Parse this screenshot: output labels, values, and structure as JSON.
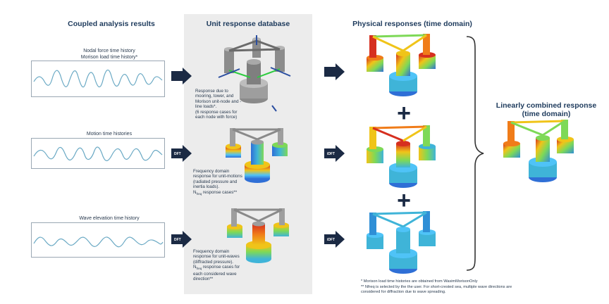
{
  "columns": {
    "coupled": "Coupled analysis results",
    "database": "Unit response database",
    "physical": "Physical responses (time domain)"
  },
  "inputs": {
    "force_line1": "Nodal force time history",
    "force_line2": "Morison load time history*",
    "motion": "Motion time histories",
    "wave": "Wave elevation time history"
  },
  "arrows": {
    "dft": "DFT",
    "idft": "iDFT"
  },
  "database_desc": {
    "d1": [
      "Response due to",
      "mooring, tower, and",
      "Morison unit-node and -",
      "line loads*.",
      "(6 response cases for",
      "each node with force)"
    ],
    "d2": [
      "Frequency domain",
      "response for unit-motions",
      "(radiated pressure and",
      "inertia loads).",
      "N",
      "freq",
      " response cases**"
    ],
    "d3": [
      "Frequency domain",
      "response for unit-waves",
      "(diffracted pressure).",
      "N",
      "freq",
      " response cases for",
      "each considered wave",
      "direction**"
    ]
  },
  "combined": {
    "line1": "Linearly combined response",
    "line2": "(time domain)"
  },
  "plus_symbol": "+",
  "footnotes": {
    "f1": "* Morison load time histories are obtained from WasimMorisonOnly",
    "f2": "** Nfreq is selected by the the user. For short-crested sea, multiple wave directions are",
    "f3": "considered for diffraction due to wave spreading."
  },
  "colors": {
    "title_blue": "#1d3a5c",
    "arrow_navy": "#1b2a44",
    "curve": "#6aa9c4",
    "panel_gray": "#ececec"
  }
}
